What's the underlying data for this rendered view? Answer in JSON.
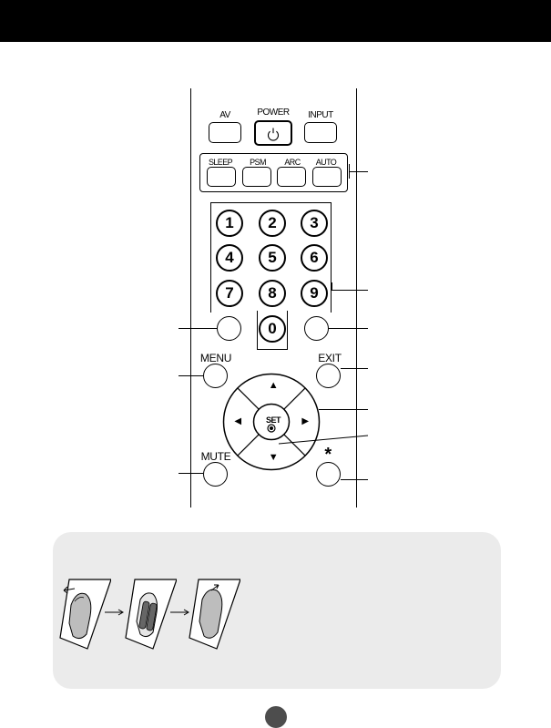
{
  "remote": {
    "top_labels": [
      "AV",
      "POWER",
      "INPUT"
    ],
    "function_labels": [
      "SLEEP",
      "PSM",
      "ARC",
      "AUTO"
    ],
    "number_keys": [
      "1",
      "2",
      "3",
      "4",
      "5",
      "6",
      "7",
      "8",
      "9",
      "0"
    ],
    "menu_label": "MENU",
    "exit_label": "EXIT",
    "set_label": "SET",
    "mute_label": "MUTE",
    "star_label": "*"
  },
  "icons": {
    "up": "▲",
    "down": "▼",
    "left": "◀",
    "right": "▶"
  }
}
